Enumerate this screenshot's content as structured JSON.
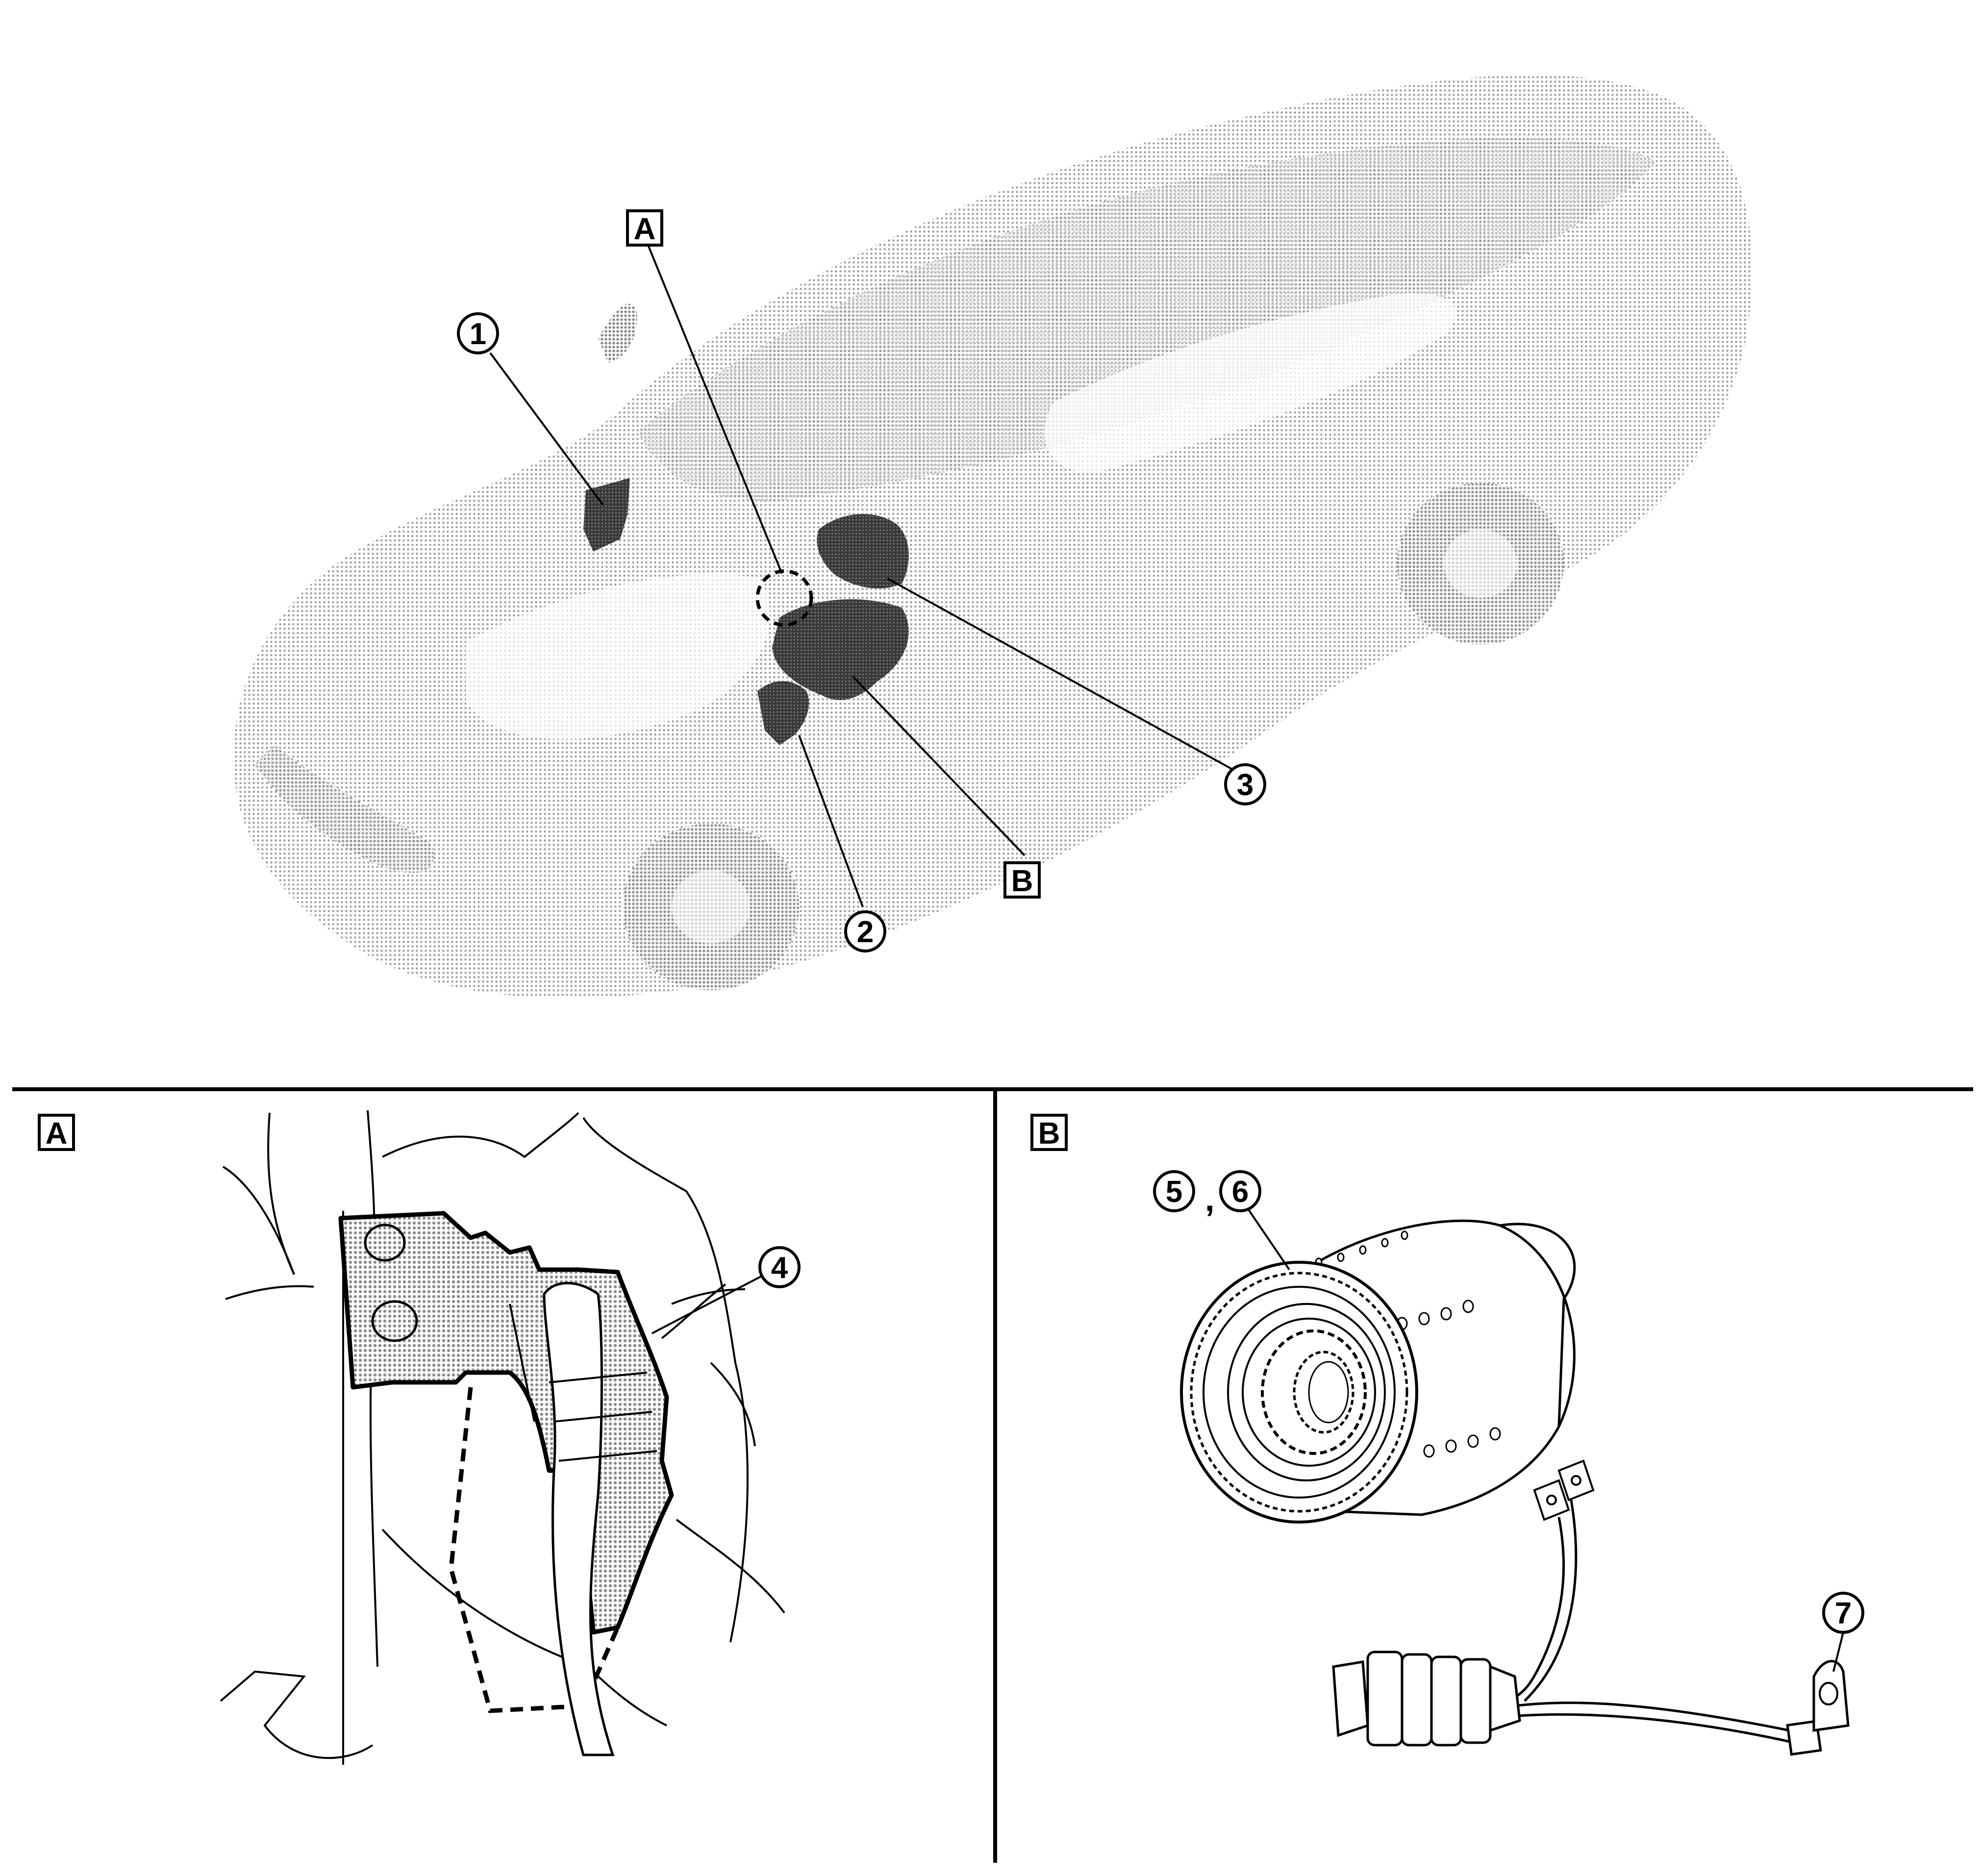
{
  "callouts": {
    "c1": "1",
    "c2": "2",
    "c3": "3",
    "c4": "4",
    "c5": "5",
    "c6": "6",
    "c56_sep": ",",
    "c7": "7"
  },
  "views": {
    "a_label": "A",
    "b_label": "B"
  },
  "colors": {
    "ink": "#000000",
    "halftone_light": "#d6d6d6",
    "halftone_dark": "#6e6e6e",
    "detail_fill": "#bdbdbd",
    "background": "#ffffff"
  }
}
